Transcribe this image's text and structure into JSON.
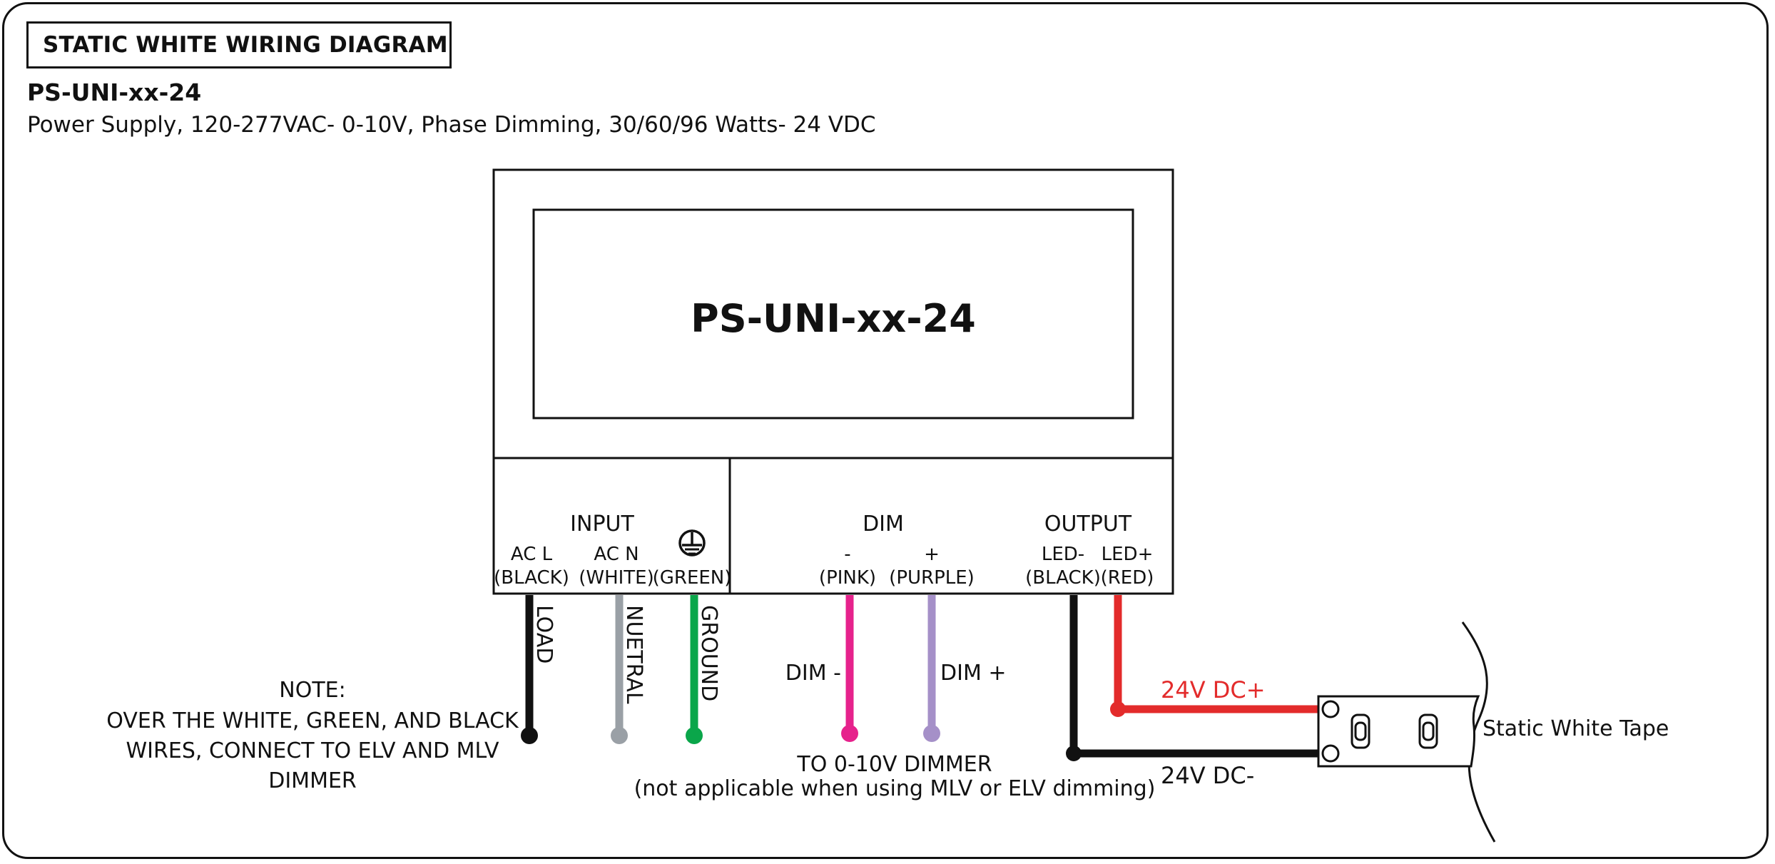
{
  "header": {
    "title": "STATIC WHITE WIRING DIAGRAM",
    "model": "PS-UNI-xx-24",
    "description": "Power Supply, 120-277VAC- 0-10V, Phase Dimming, 30/60/96 Watts- 24 VDC"
  },
  "device": {
    "label": "PS-UNI-xx-24",
    "input": {
      "title": "INPUT",
      "ac_l": "AC L",
      "ac_l_color": "(BLACK)",
      "ac_n": "AC N",
      "ac_n_color": "(WHITE)",
      "ground_color": "(GREEN)"
    },
    "dim": {
      "title": "DIM",
      "minus": "-",
      "minus_color": "(PINK)",
      "plus": "+",
      "plus_color": "(PURPLE)"
    },
    "output": {
      "title": "OUTPUT",
      "led_minus": "LED-",
      "led_minus_color": "(BLACK)",
      "led_plus": "LED+",
      "led_plus_color": "(RED)"
    }
  },
  "wires": {
    "load": "LOAD",
    "neutral": "NUETRAL",
    "ground": "GROUND",
    "dim_minus": "DIM -",
    "dim_plus": "DIM +",
    "dc_plus": "24V DC+",
    "dc_minus": "24V DC-"
  },
  "dimmer_note": {
    "line1": "TO 0-10V DIMMER",
    "line2": "(not applicable when using MLV or ELV dimming)"
  },
  "note": {
    "line1": "NOTE:",
    "line2": "OVER THE WHITE, GREEN, AND BLACK",
    "line3": "WIRES, CONNECT TO ELV AND MLV",
    "line4": "DIMMER"
  },
  "tape_label": "Static White Tape",
  "colors": {
    "black_wire": "#111111",
    "white_wire": "#9aa0a6",
    "green_wire": "#0aa64a",
    "pink_wire": "#e6228c",
    "purple_wire": "#a590c8",
    "red_wire": "#e32b2b",
    "red_text": "#e32b2b"
  }
}
